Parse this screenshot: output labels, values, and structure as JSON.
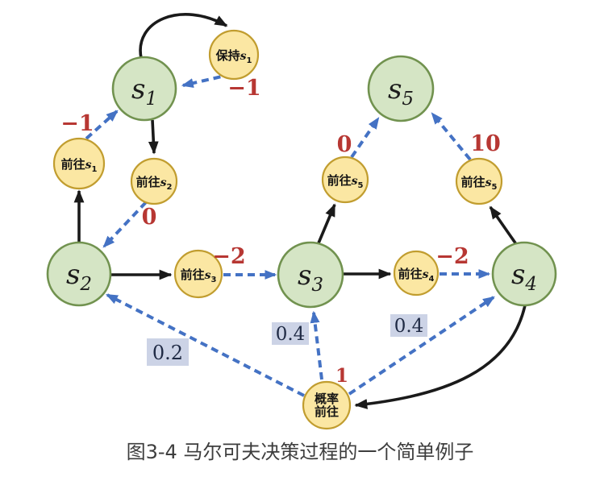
{
  "caption": "图3-4 马尔可夫决策过程的一个简单例子",
  "colors": {
    "state_fill": "#d5e5c5",
    "state_border": "#71924f",
    "action_fill": "#fbe7a3",
    "action_border": "#c19d2f",
    "reward_text": "#b73733",
    "transition_dashed": "#4472c4",
    "solid_arrow": "#1a1a1a",
    "probability_bg": "#ccd3e6",
    "probability_text": "#1f2a44"
  },
  "states": [
    {
      "id": "s1",
      "base": "s",
      "sub": "1"
    },
    {
      "id": "s2",
      "base": "s",
      "sub": "2"
    },
    {
      "id": "s3",
      "base": "s",
      "sub": "3"
    },
    {
      "id": "s4",
      "base": "s",
      "sub": "4"
    },
    {
      "id": "s5",
      "base": "s",
      "sub": "5"
    }
  ],
  "actions": [
    {
      "id": "keep-s1",
      "prefix": "保持",
      "base": "s",
      "sub": "1"
    },
    {
      "id": "goto-s1",
      "prefix": "前往",
      "base": "s",
      "sub": "1"
    },
    {
      "id": "goto-s2",
      "prefix": "前往",
      "base": "s",
      "sub": "2"
    },
    {
      "id": "goto-s3",
      "prefix": "前往",
      "base": "s",
      "sub": "3"
    },
    {
      "id": "goto-s5-from-s3",
      "prefix": "前往",
      "base": "s",
      "sub": "5"
    },
    {
      "id": "goto-s5-from-s4",
      "prefix": "前往",
      "base": "s",
      "sub": "5"
    },
    {
      "id": "goto-s4",
      "prefix": "前往",
      "base": "s",
      "sub": "4"
    },
    {
      "id": "prob-goto",
      "line1": "概率",
      "line2": "前往"
    }
  ],
  "rewards": [
    {
      "edge": "keep-s1 to s1",
      "value": "−1"
    },
    {
      "edge": "goto-s1 to s1",
      "value": "−1"
    },
    {
      "edge": "goto-s2 to s2",
      "value": "0"
    },
    {
      "edge": "goto-s3 to s3",
      "value": "−2"
    },
    {
      "edge": "goto-s5-from-s3 to s5",
      "value": "0"
    },
    {
      "edge": "goto-s5-from-s4 to s5",
      "value": "10"
    },
    {
      "edge": "goto-s4 to s4",
      "value": "−2"
    },
    {
      "edge": "s4 to prob-goto",
      "value": "1"
    }
  ],
  "probabilities": [
    {
      "edge": "prob-goto to s2",
      "value": "0.2"
    },
    {
      "edge": "prob-goto to s3",
      "value": "0.4"
    },
    {
      "edge": "prob-goto to s4",
      "value": "0.4"
    }
  ],
  "transitions": {
    "solid_black": [
      "s1→保持s1",
      "s1→前往s2",
      "s2→前往s1",
      "s2→前往s3",
      "s3→前往s5",
      "s3→前往s4",
      "s4→前往s5",
      "s4→概率前往"
    ],
    "dashed_blue": [
      "保持s1→s1",
      "前往s1→s1",
      "前往s2→s2",
      "前往s3→s3",
      "前往s5→s5",
      "前往s5→s5",
      "前往s4→s4",
      "概率前往→s2",
      "概率前往→s3",
      "概率前往→s4"
    ]
  }
}
